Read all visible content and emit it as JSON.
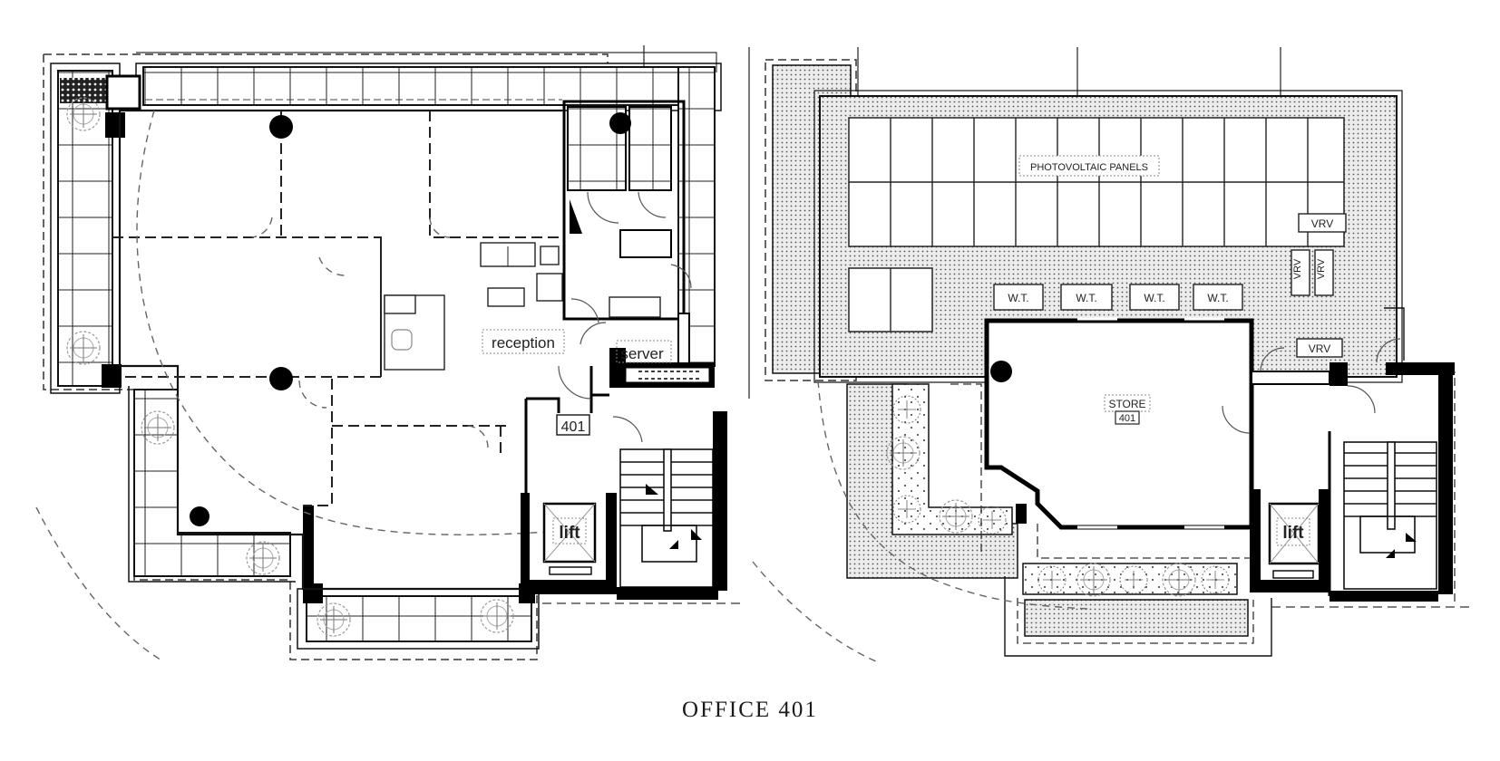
{
  "title": "OFFICE 401",
  "colors": {
    "wall": "#000000",
    "line": "#1a1a1a",
    "dash": "#333333",
    "hatch_dot": "#555555",
    "hatch_bg": "#e8e8e8",
    "plant": "#888888",
    "background": "#ffffff"
  },
  "plans": [
    {
      "id": "office-floor",
      "labels": {
        "reception": "reception",
        "server": "server",
        "unit": "401",
        "lift": "lift"
      }
    },
    {
      "id": "roof-floor",
      "labels": {
        "pv": "PHOTOVOLTAIC PANELS",
        "vrv": [
          "VRV",
          "VRV",
          "VRV",
          "VRV"
        ],
        "wt": [
          "W.T.",
          "W.T.",
          "W.T.",
          "W.T."
        ],
        "store": "STORE",
        "unit": "401",
        "lift": "lift"
      }
    }
  ]
}
